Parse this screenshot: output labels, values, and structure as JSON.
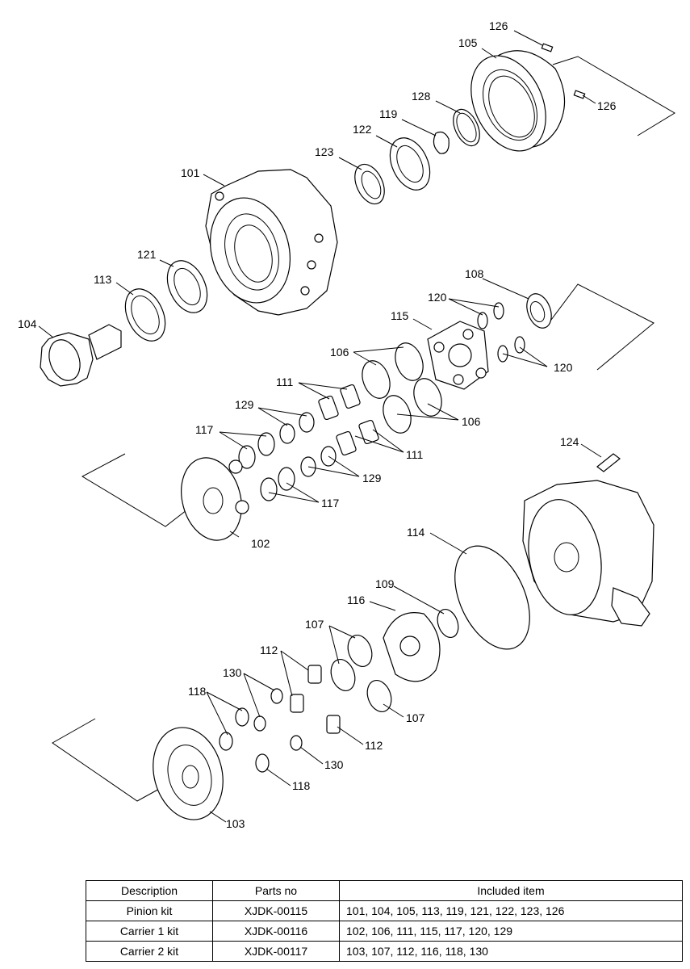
{
  "callouts": {
    "c101": "101",
    "c102": "102",
    "c103": "103",
    "c104": "104",
    "c105": "105",
    "c106a": "106",
    "c106b": "106",
    "c107a": "107",
    "c107b": "107",
    "c108": "108",
    "c109": "109",
    "c111a": "111",
    "c111b": "111",
    "c112a": "112",
    "c112b": "112",
    "c113": "113",
    "c114": "114",
    "c115": "115",
    "c116": "116",
    "c117a": "117",
    "c117b": "117",
    "c118a": "118",
    "c118b": "118",
    "c119": "119",
    "c120a": "120",
    "c120b": "120",
    "c121": "121",
    "c122": "122",
    "c123": "123",
    "c124": "124",
    "c126a": "126",
    "c126b": "126",
    "c128": "128",
    "c129a": "129",
    "c129b": "129",
    "c130a": "130",
    "c130b": "130"
  },
  "kit_table": {
    "headers": [
      "Description",
      "Parts no",
      "Included item"
    ],
    "rows": [
      [
        "Pinion kit",
        "XJDK-00115",
        "101, 104, 105, 113, 119, 121, 122, 123, 126"
      ],
      [
        "Carrier 1 kit",
        "XJDK-00116",
        "102, 106, 111, 115, 117, 120, 129"
      ],
      [
        "Carrier 2 kit",
        "XJDK-00117",
        "103, 107, 112, 116, 118, 130"
      ]
    ]
  }
}
